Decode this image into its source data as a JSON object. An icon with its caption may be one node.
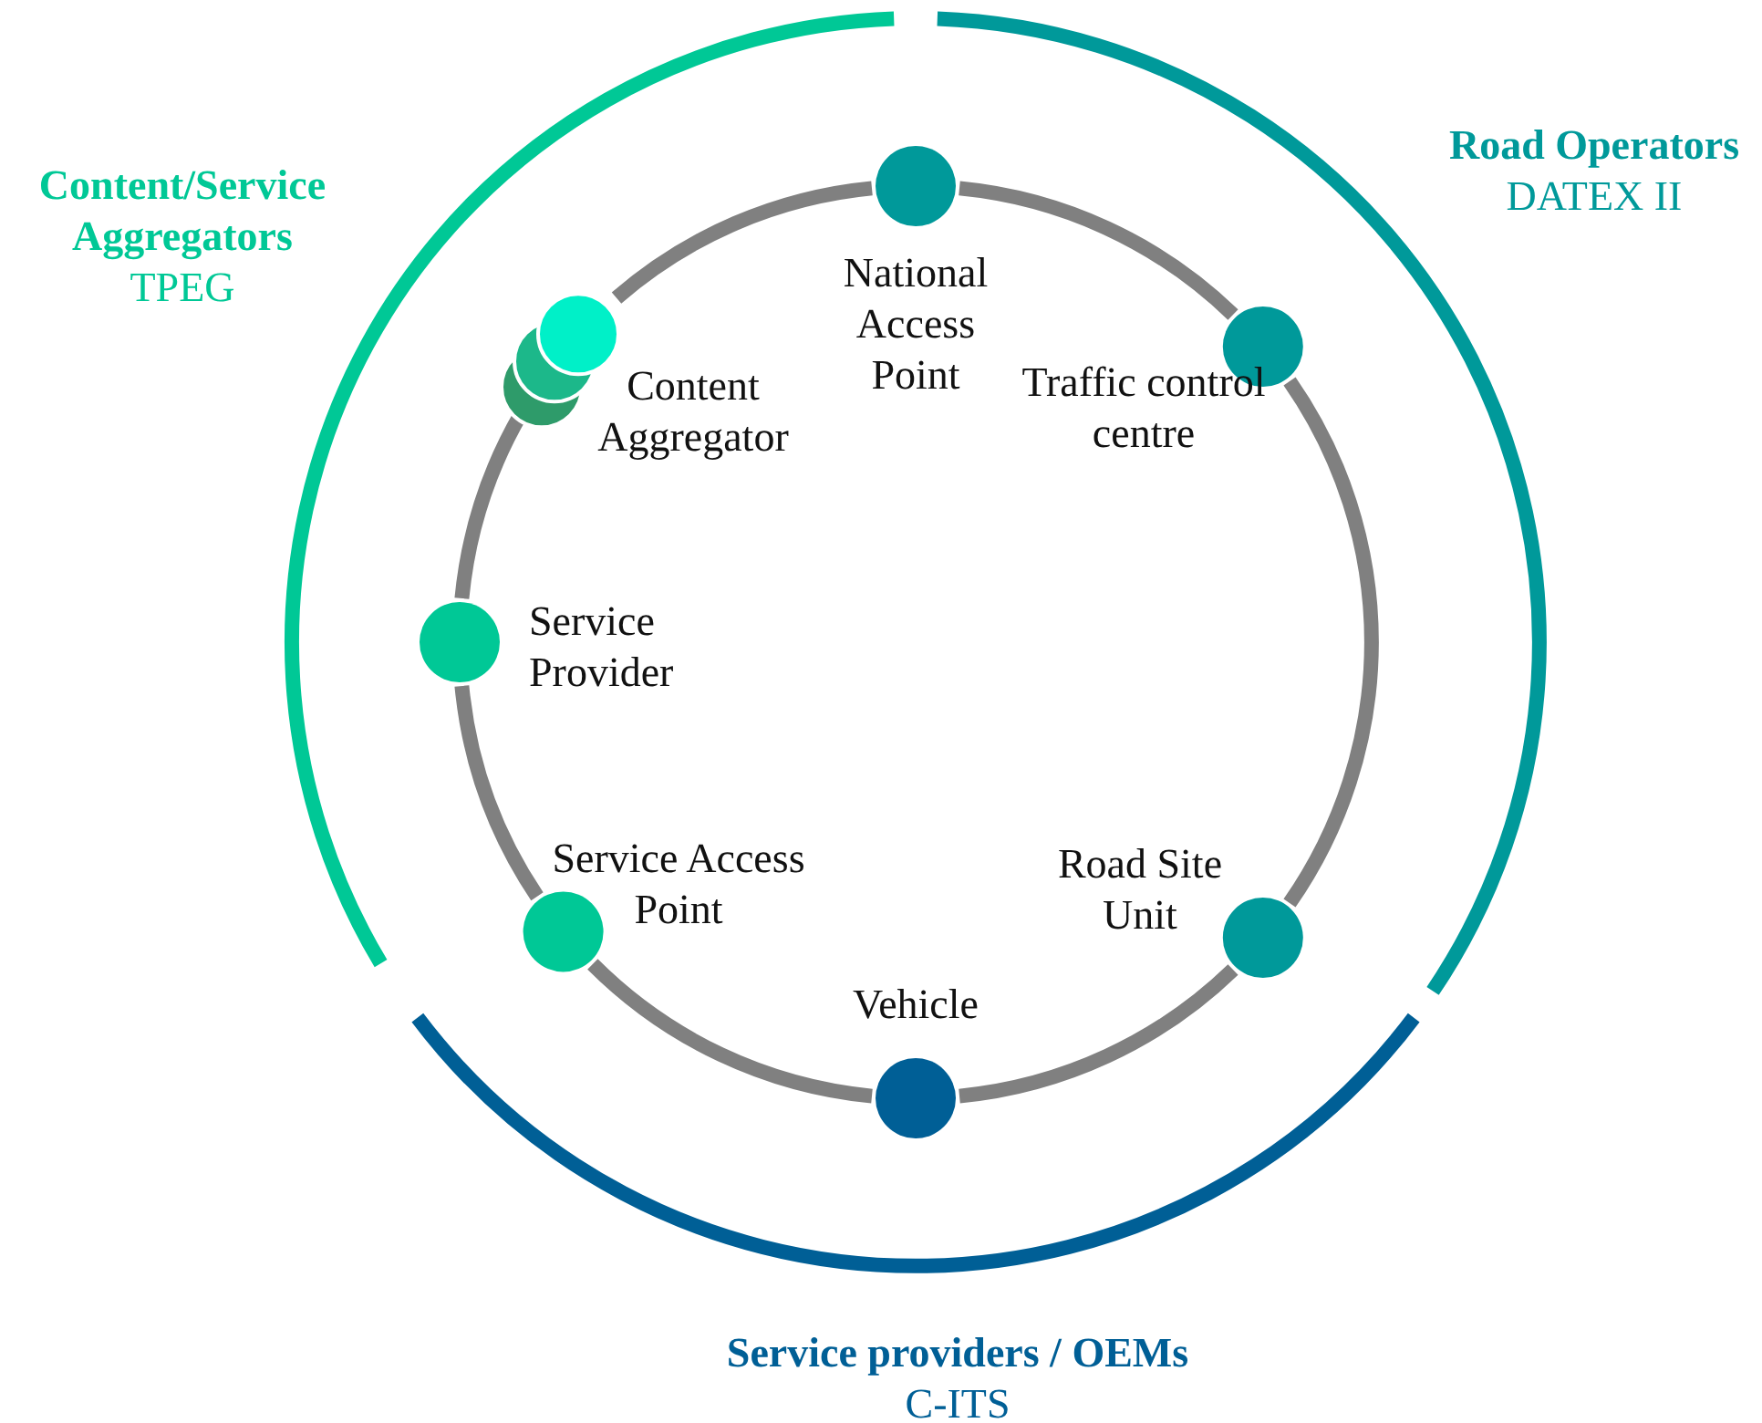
{
  "diagram": {
    "nodes": [
      {
        "text": [
          "Content/Service Aggregators",
          "TPEG"
        ]
      },
      {
        "text": [
          "Road Operators",
          "DATEX II"
        ]
      },
      {
        "text": [
          "Service providers / OEMs",
          "C-ITS"
        ]
      },
      {
        "text": [],
        "shape": "circle",
        "beside": [
          "National Access Point"
        ]
      },
      {
        "text": [],
        "shape": "circle",
        "beside": [
          "Traffic control centre"
        ]
      },
      {
        "text": [],
        "shape": "circle",
        "beside": [
          "Road Site Unit"
        ]
      },
      {
        "text": [],
        "shape": "circle",
        "beside": [
          "Vehicle"
        ]
      },
      {
        "text": [],
        "shape": "circle",
        "beside": [
          "Service Access Point"
        ]
      },
      {
        "text": [],
        "shape": "circle",
        "beside": [
          "Service Provider"
        ]
      },
      {
        "text": [],
        "shape": "circle",
        "beside": [
          "Content Aggregator"
        ]
      }
    ],
    "edges": [
      {
        "from": 3,
        "to": 4,
        "arrow": "none"
      },
      {
        "from": 4,
        "to": 5,
        "arrow": "none"
      },
      {
        "from": 5,
        "to": 6,
        "arrow": "none"
      },
      {
        "from": 6,
        "to": 7,
        "arrow": "none"
      },
      {
        "from": 7,
        "to": 8,
        "arrow": "none"
      },
      {
        "from": 8,
        "to": 9,
        "arrow": "none"
      },
      {
        "from": 9,
        "to": 3,
        "arrow": "none"
      }
    ]
  }
}
